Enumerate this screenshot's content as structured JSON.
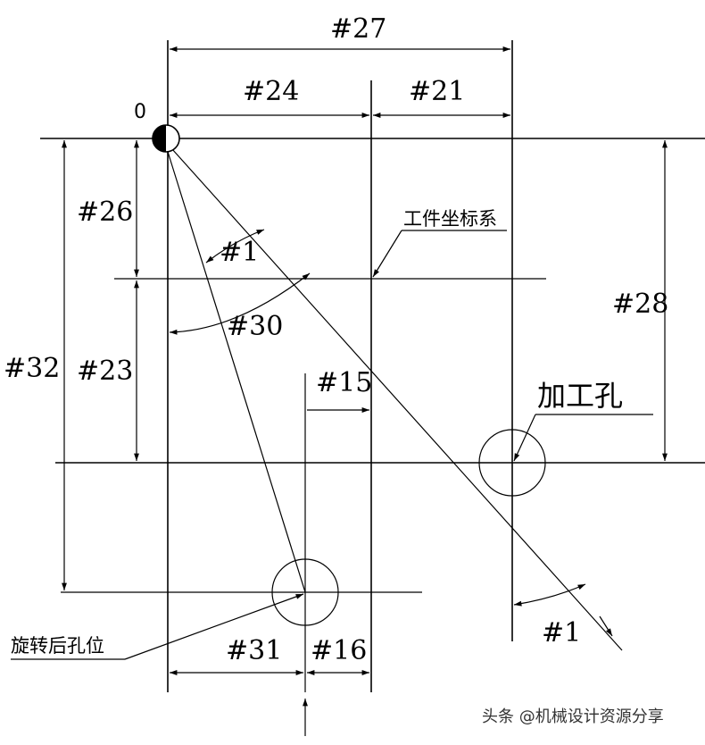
{
  "origin": "0",
  "dimensions": {
    "d27": "#27",
    "d24": "#24",
    "d21": "#21",
    "d26": "#26",
    "d23": "#23",
    "d32": "#32",
    "d28": "#28",
    "d15": "#15",
    "d31": "#31",
    "d16": "#16",
    "d30": "#30",
    "a1_top": "#1",
    "a1_bottom": "#1"
  },
  "labels": {
    "workpiece_coords": "工件坐标系",
    "machining_hole": "加工孔",
    "rotated_hole": "旋转后孔位"
  },
  "watermark": "头条 @机械设计资源分享"
}
